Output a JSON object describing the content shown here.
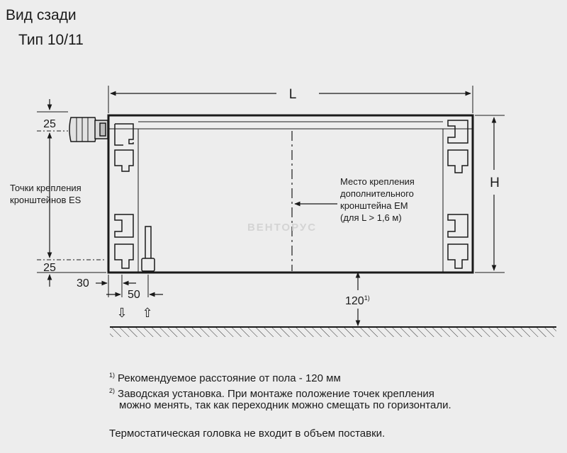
{
  "header": {
    "title": "Вид сзади",
    "subtitle": "Тип 10/11"
  },
  "dimensions": {
    "length": "L",
    "height": "H",
    "top_offset": "25",
    "bottom_offset": "25",
    "left_offset": "30",
    "connector_spacing": "50",
    "floor_distance": "120",
    "floor_distance_ref": "1)"
  },
  "labels": {
    "es_brackets_line1": "Точки крепления",
    "es_brackets_line2": "кронштейнов ES",
    "em_bracket_line1": "Место крепления",
    "em_bracket_line2": "дополнительного",
    "em_bracket_line3": "кронштейна EM",
    "em_bracket_line4": "(для L > 1,6 м)",
    "flow_down": "⇩",
    "flow_up": "⇧",
    "watermark": "ВЕНТОРУС"
  },
  "footnotes": [
    {
      "mark": "1)",
      "text": "Рекомендуемое расстояние от пола - 120 мм"
    },
    {
      "mark": "2)",
      "text": "Заводская установка. При монтаже положение точек крепления"
    },
    {
      "mark": "",
      "text": "можно менять, так как переходник можно смещать по горизонтали."
    }
  ],
  "disclaimer": "Термостатическая головка не входит в объем поставки."
}
